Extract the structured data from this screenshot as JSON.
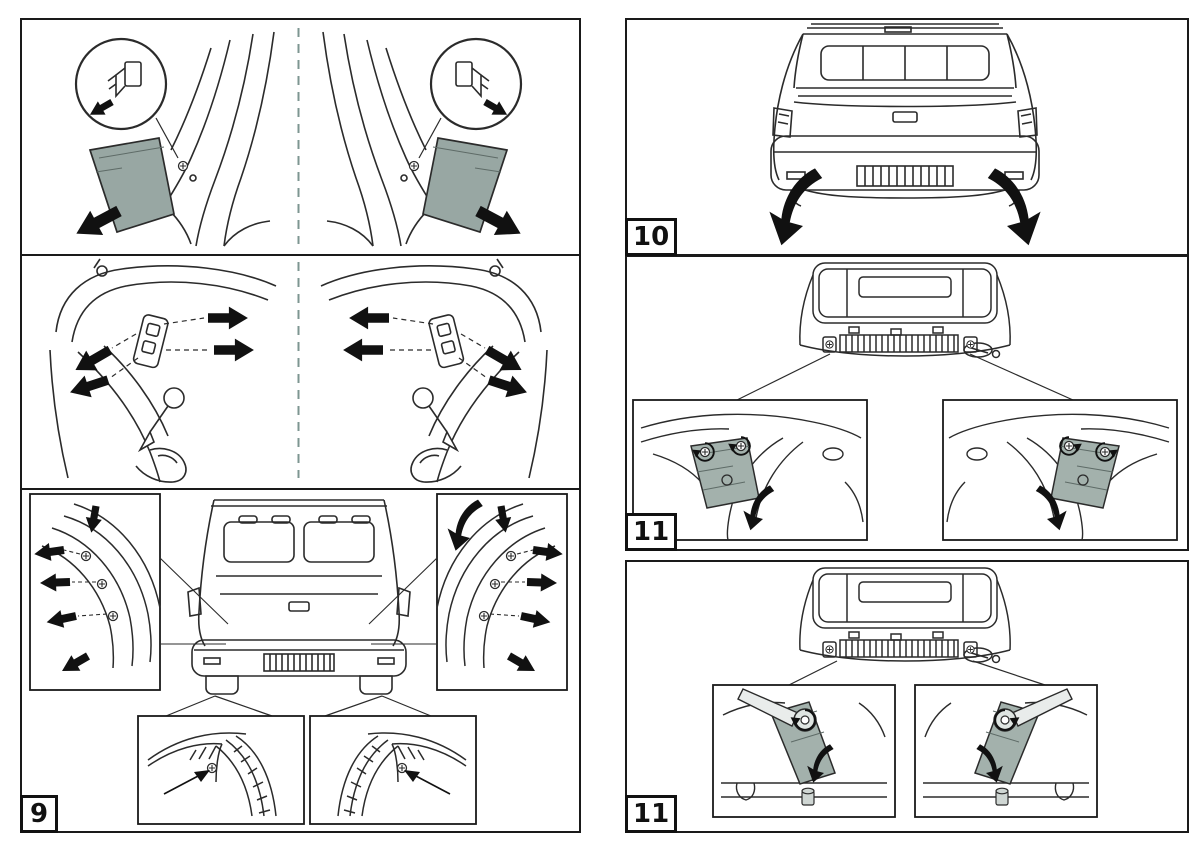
{
  "document": {
    "kind": "installation-instruction-sheet",
    "background": "#ffffff"
  },
  "colors": {
    "panel_border": "#1a1a1a",
    "line": "#2b2b2b",
    "trim_fill": "#98a7a3",
    "bracket_fill": "#a3b1ac",
    "arrow_fill": "#111111",
    "centerline": "#7d9691"
  },
  "steps": [
    {
      "number": "9"
    },
    {
      "number": "10"
    },
    {
      "number": "11"
    },
    {
      "number": "11"
    }
  ]
}
